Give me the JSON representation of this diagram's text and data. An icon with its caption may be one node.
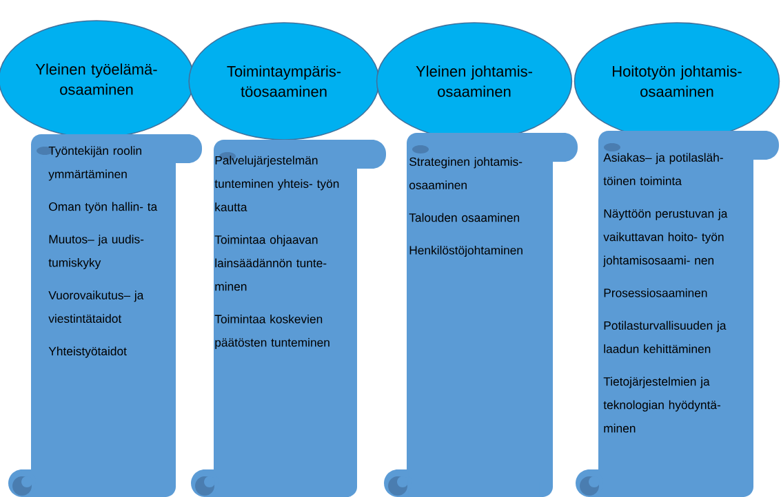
{
  "diagram": {
    "nodes": [
      {
        "text": [
          "Yleinen työelämä- osaaminen"
        ]
      },
      {
        "text": [
          "Työntekijän roolin ymmärtäminen",
          "Oman työn hallin- ta",
          "Muutos– ja uudis- tumiskyky",
          "Vuorovaikutus– ja viestintätaidot",
          "Yhteistyötaidot"
        ]
      },
      {
        "text": [
          "Toimintaympäris- töosaaminen"
        ]
      },
      {
        "text": [
          "Palvelujärjestelmän tunteminen yhteis- työn kautta",
          "Toimintaa ohjaavan lainsäädännön tunte- minen",
          "Toimintaa koskevien päätösten tunteminen"
        ]
      },
      {
        "text": [
          "Yleinen johtamis- osaaminen"
        ]
      },
      {
        "text": [
          "Strateginen johtamis- osaaminen",
          "Talouden osaaminen",
          "Henkilöstöjohtaminen"
        ]
      },
      {
        "text": [
          "Hoitotyön johtamis- osaaminen"
        ]
      },
      {
        "text": [
          "Asiakas– ja potilasläh- töinen toiminta",
          "Näyttöön perustuvan ja vaikuttavan hoito- työn johtamisosaami- nen",
          "Prosessiosaaminen",
          "Potilasturvallisuuden ja laadun kehittäminen",
          "Tietojärjestelmien ja teknologian hyödyntä- minen"
        ]
      }
    ]
  }
}
